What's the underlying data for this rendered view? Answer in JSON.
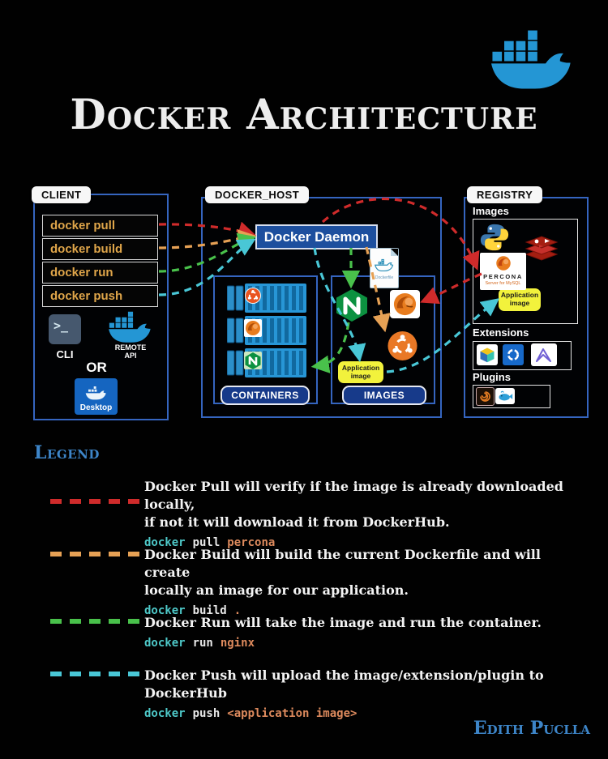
{
  "title": "Docker Architecture",
  "client": {
    "label": "CLIENT",
    "commands": [
      "docker pull",
      "docker build",
      "docker run",
      "docker push"
    ],
    "cli_label": "CLI",
    "remote_api_line1": "REMOTE",
    "remote_api_line2": "API",
    "or_label": "OR",
    "desktop_label": "Desktop"
  },
  "docker_host": {
    "label": "DOCKER_HOST",
    "daemon_label": "Docker Daemon",
    "dockerfile_label": "Dockerfile",
    "containers_label": "CONTAINERS",
    "images_label": "IMAGES",
    "application_image_label": "Application image"
  },
  "registry": {
    "label": "REGISTRY",
    "images_heading": "Images",
    "percona_name": "PERCONA",
    "percona_subtitle": "Server for MySQL",
    "application_image_label": "Application image",
    "extensions_heading": "Extensions",
    "plugins_heading": "Plugins"
  },
  "legend": {
    "heading": "Legend",
    "items": [
      {
        "color": "#cf2b2b",
        "line1": "Docker Pull will verify if the image is already downloaded locally,",
        "line2": "if not it will download it from DockerHub.",
        "cmd_base": "docker",
        "cmd_verb": "pull",
        "cmd_arg": "percona"
      },
      {
        "color": "#e6a155",
        "line1": "Docker Build will build the current Dockerfile and will create",
        "line2": "locally an image for our application.",
        "cmd_base": "docker",
        "cmd_verb": "build",
        "cmd_arg": "."
      },
      {
        "color": "#49c14b",
        "line1": "Docker Run will take the image and run the container.",
        "line2": "",
        "cmd_base": "docker",
        "cmd_verb": "run",
        "cmd_arg": "nginx"
      },
      {
        "color": "#49c7d6",
        "line1": "Docker Push will upload the image/extension/plugin to DockerHub",
        "line2": "",
        "cmd_base": "docker",
        "cmd_verb": "push",
        "cmd_arg": "<application image>"
      }
    ]
  },
  "footer": {
    "author": "Edith Puclla"
  },
  "colors": {
    "accent_border": "#3565c0",
    "daemon_bg": "#1d4f9e",
    "command_text": "#e0a64a",
    "application_image_bg": "#f2f23c",
    "legend_heading": "#3d85c8",
    "arrow_pull": "#cf2b2b",
    "arrow_build": "#e6a155",
    "arrow_run": "#49c14b",
    "arrow_push": "#49c7d6"
  },
  "icons": {
    "header": "docker-whale-icon",
    "client": [
      "terminal-icon",
      "docker-whale-icon",
      "docker-desktop-icon"
    ],
    "host_containers": [
      "ubuntu-icon",
      "mysql-icon",
      "nginx-icon"
    ],
    "host_images": [
      "dockerfile-icon",
      "nginx-icon",
      "mysql-icon",
      "ubuntu-icon"
    ],
    "registry_images": [
      "python-icon",
      "redis-icon",
      "percona-icon"
    ],
    "extensions": [
      "cube-extension-icon",
      "sync-extension-icon",
      "delta-extension-icon"
    ],
    "plugins": [
      "spiral-plugin-icon",
      "whale-plugin-icon"
    ]
  }
}
